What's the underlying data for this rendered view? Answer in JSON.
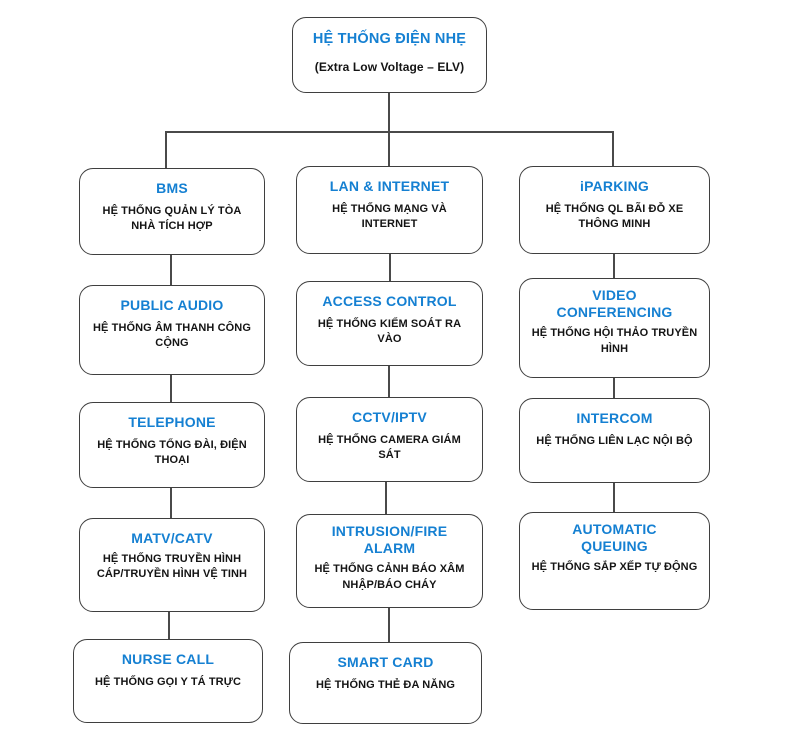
{
  "diagram_title": "HỆ THỐNG ĐIỆN NHẸ (Extra Low Voltage – ELV) system tree",
  "nodes": {
    "root": {
      "title": "HỆ THỐNG ĐIỆN NHẸ",
      "subtitle": "(Extra Low Voltage – ELV)"
    },
    "bms": {
      "title": "BMS",
      "subtitle": "HỆ THỐNG QUẢN LÝ TÒA NHÀ TÍCH HỢP"
    },
    "lan_internet": {
      "title": "LAN & INTERNET",
      "subtitle": "HỆ THỐNG MẠNG VÀ INTERNET"
    },
    "iparking": {
      "title": "iPARKING",
      "subtitle": "HỆ THỐNG QL BÃI ĐỖ XE THÔNG MINH"
    },
    "public_audio": {
      "title": "PUBLIC AUDIO",
      "subtitle": "HỆ THỐNG ÂM THANH CÔNG CỘNG"
    },
    "access_control": {
      "title": "ACCESS CONTROL",
      "subtitle": "HỆ THỐNG KIỂM SOÁT RA VÀO"
    },
    "video_conferencing": {
      "title": "VIDEO CONFERENCING",
      "subtitle": "HỆ THỐNG HỘI THẢO TRUYỀN HÌNH"
    },
    "telephone": {
      "title": "TELEPHONE",
      "subtitle": "HỆ THỐNG TỔNG ĐÀI, ĐIỆN THOẠI"
    },
    "cctv_iptv": {
      "title": "CCTV/IPTV",
      "subtitle": "HỆ THỐNG CAMERA GIÁM SÁT"
    },
    "intercom": {
      "title": "INTERCOM",
      "subtitle": "HỆ THỐNG LIÊN LẠC NỘI BỘ"
    },
    "matv_catv": {
      "title": "MATV/CATV",
      "subtitle": "HỆ THỐNG TRUYỀN HÌNH CÁP/TRUYỀN HÌNH VỆ TINH"
    },
    "intrusion_fire": {
      "title": "INTRUSION/FIRE ALARM",
      "subtitle": "HỆ THỐNG CẢNH BÁO XÂM NHẬP/BÁO CHÁY"
    },
    "automatic_queuing": {
      "title": "AUTOMATIC QUEUING",
      "subtitle": "HỆ THỐNG SẮP XẾP TỰ ĐỘNG"
    },
    "nurse_call": {
      "title": "NURSE CALL",
      "subtitle": "HỆ THỐNG GỌI Y TÁ TRỰC"
    },
    "smart_card": {
      "title": "SMART CARD",
      "subtitle": "HỆ THỐNG THẺ ĐA NĂNG"
    }
  },
  "colors": {
    "c-title": "#1580d2",
    "c-body": "#141414",
    "c-border": "#3f3f3f",
    "c-line": "#4a4a4a",
    "c-bg": "#ffffff"
  }
}
